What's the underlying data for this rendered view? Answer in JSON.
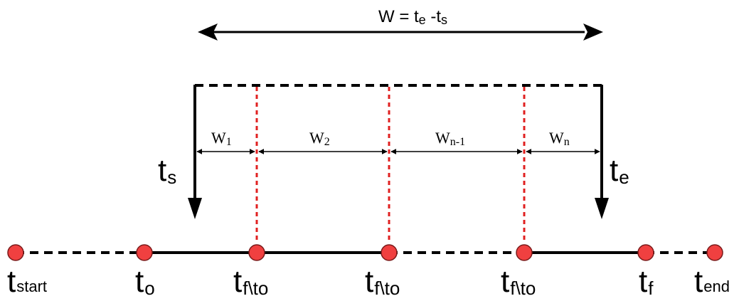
{
  "colors": {
    "point_fill": "#f04040",
    "point_stroke": "#7a1a1a",
    "divider": "#e02020",
    "line": "#000000"
  },
  "top_formula": {
    "left": "W = t",
    "sub_e": "e",
    "minus": " -t",
    "sub_s": "s"
  },
  "window_start": {
    "base": "t",
    "sub": "s"
  },
  "window_end": {
    "base": "t",
    "sub": "e"
  },
  "segments": [
    {
      "base": "W",
      "sub": "1"
    },
    {
      "base": "W",
      "sub": "2"
    },
    {
      "base": "W",
      "sub": "n-1"
    },
    {
      "base": "W",
      "sub": "n"
    }
  ],
  "points": [
    {
      "base": "t",
      "sub": "start"
    },
    {
      "base": "t",
      "sub": "o"
    },
    {
      "base": "t",
      "sub": "f\\to"
    },
    {
      "base": "t",
      "sub": "f\\to"
    },
    {
      "base": "t",
      "sub": "f\\to"
    },
    {
      "base": "t",
      "sub": "f"
    },
    {
      "base": "t",
      "sub": "end"
    }
  ]
}
